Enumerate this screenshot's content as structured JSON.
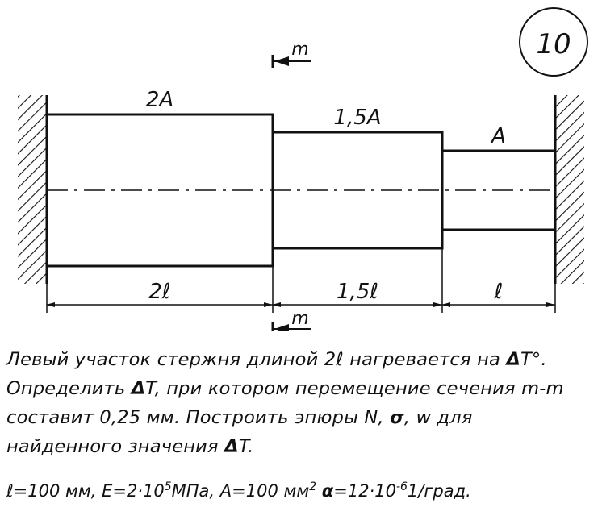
{
  "problem_number": "10",
  "section_mark_top": "m",
  "section_mark_bottom": "m",
  "segments": {
    "left": {
      "area_label": "2A",
      "length_label": "2ℓ"
    },
    "middle": {
      "area_label": "1,5A",
      "length_label": "1,5ℓ"
    },
    "right": {
      "area_label": "A",
      "length_label": "ℓ"
    }
  },
  "task": {
    "line1a": "Левый участок стержня длиной 2ℓ нагревается на ",
    "delta": "Δ",
    "line1b": "T°.",
    "line2a": "Определить ",
    "line2b": "T, при котором перемещение сечения m-m",
    "line3": "составит 0,25 мм.  Построить эпюры N, ",
    "sigma": "σ",
    "line3b": ", w для",
    "line4a": "найденного значения ",
    "line4b": "T."
  },
  "params": {
    "l": "ℓ=100 мм,",
    "E_pre": "E=2·10",
    "E_exp": "5",
    "E_unit": "МПа,",
    "A_pre": "A=100 мм",
    "A_exp": "2",
    "alpha": "α",
    "alpha_pre": "=12·10",
    "alpha_exp": "-6",
    "alpha_unit": "1/град."
  }
}
